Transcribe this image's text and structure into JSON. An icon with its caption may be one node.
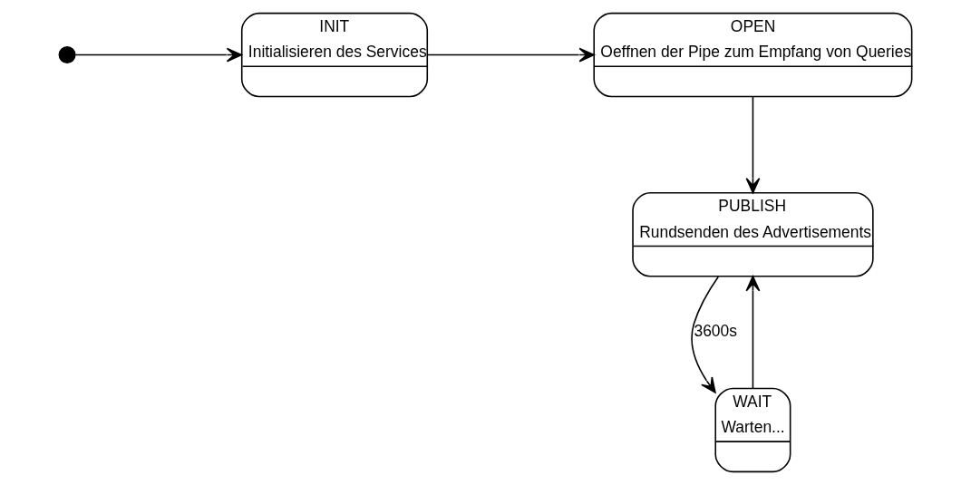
{
  "diagram": {
    "nodes": [
      {
        "text": [],
        "shape": "circle"
      },
      {
        "text": [
          "INIT",
          "Initialisieren des Services"
        ]
      },
      {
        "text": [
          "OPEN",
          "Oeffnen der Pipe zum Empfang von Queries"
        ]
      },
      {
        "text": [
          "PUBLISH",
          "Rundsenden des Advertisements"
        ]
      },
      {
        "text": [
          "WAIT",
          "Warten..."
        ]
      }
    ],
    "edges": [
      {
        "from": 0,
        "to": 1,
        "arrow": "to"
      },
      {
        "from": 1,
        "to": 2,
        "arrow": "to"
      },
      {
        "from": 2,
        "to": 3,
        "arrow": "to"
      },
      {
        "from": 3,
        "to": 4,
        "arrow": "to",
        "label": "3600s"
      },
      {
        "from": 4,
        "to": 3,
        "arrow": "to"
      }
    ]
  }
}
